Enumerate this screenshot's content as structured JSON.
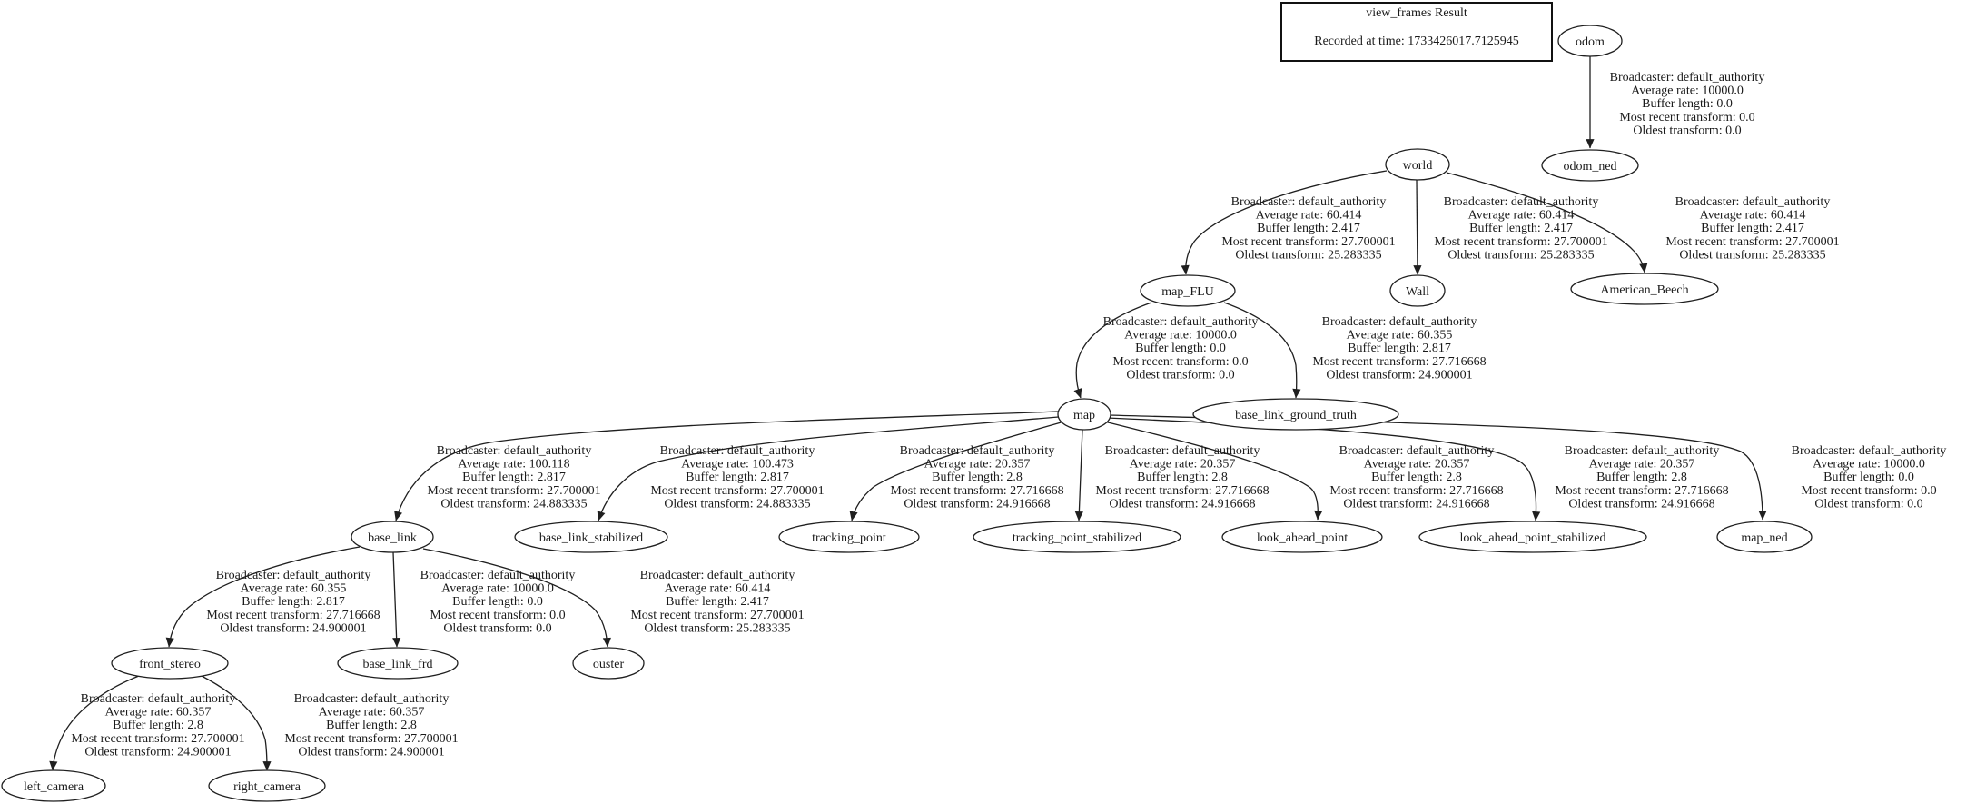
{
  "title_box": {
    "title": "view_frames Result",
    "recorded": "Recorded at time: 1733426017.7125945"
  },
  "nodes": {
    "odom": "odom",
    "odom_ned": "odom_ned",
    "world": "world",
    "map_flu": "map_FLU",
    "wall": "Wall",
    "american_beech": "American_Beech",
    "map": "map",
    "base_link_ground_truth": "base_link_ground_truth",
    "base_link": "base_link",
    "base_link_stabilized": "base_link_stabilized",
    "tracking_point": "tracking_point",
    "tracking_point_stabilized": "tracking_point_stabilized",
    "look_ahead_point": "look_ahead_point",
    "look_ahead_point_stabilized": "look_ahead_point_stabilized",
    "map_ned": "map_ned",
    "front_stereo": "front_stereo",
    "base_link_frd": "base_link_frd",
    "ouster": "ouster",
    "left_camera": "left_camera",
    "right_camera": "right_camera"
  },
  "edges": {
    "odom__odom_ned": [
      "Broadcaster: default_authority",
      "Average rate: 10000.0",
      "Buffer length: 0.0",
      "Most recent transform: 0.0",
      "Oldest transform: 0.0"
    ],
    "world__map_flu": [
      "Broadcaster: default_authority",
      "Average rate: 60.414",
      "Buffer length: 2.417",
      "Most recent transform: 27.700001",
      "Oldest transform: 25.283335"
    ],
    "world__wall": [
      "Broadcaster: default_authority",
      "Average rate: 60.414",
      "Buffer length: 2.417",
      "Most recent transform: 27.700001",
      "Oldest transform: 25.283335"
    ],
    "world__american_beech": [
      "Broadcaster: default_authority",
      "Average rate: 60.414",
      "Buffer length: 2.417",
      "Most recent transform: 27.700001",
      "Oldest transform: 25.283335"
    ],
    "map_flu__map": [
      "Broadcaster: default_authority",
      "Average rate: 10000.0",
      "Buffer length: 0.0",
      "Most recent transform: 0.0",
      "Oldest transform: 0.0"
    ],
    "map_flu__base_link_ground_truth": [
      "Broadcaster: default_authority",
      "Average rate: 60.355",
      "Buffer length: 2.817",
      "Most recent transform: 27.716668",
      "Oldest transform: 24.900001"
    ],
    "map__base_link": [
      "Broadcaster: default_authority",
      "Average rate: 100.118",
      "Buffer length: 2.817",
      "Most recent transform: 27.700001",
      "Oldest transform: 24.883335"
    ],
    "map__base_link_stabilized": [
      "Broadcaster: default_authority",
      "Average rate: 100.473",
      "Buffer length: 2.817",
      "Most recent transform: 27.700001",
      "Oldest transform: 24.883335"
    ],
    "map__tracking_point": [
      "Broadcaster: default_authority",
      "Average rate: 20.357",
      "Buffer length: 2.8",
      "Most recent transform: 27.716668",
      "Oldest transform: 24.916668"
    ],
    "map__tracking_point_stabilized": [
      "Broadcaster: default_authority",
      "Average rate: 20.357",
      "Buffer length: 2.8",
      "Most recent transform: 27.716668",
      "Oldest transform: 24.916668"
    ],
    "map__look_ahead_point": [
      "Broadcaster: default_authority",
      "Average rate: 20.357",
      "Buffer length: 2.8",
      "Most recent transform: 27.716668",
      "Oldest transform: 24.916668"
    ],
    "map__look_ahead_point_stabilized": [
      "Broadcaster: default_authority",
      "Average rate: 20.357",
      "Buffer length: 2.8",
      "Most recent transform: 27.716668",
      "Oldest transform: 24.916668"
    ],
    "map__map_ned": [
      "Broadcaster: default_authority",
      "Average rate: 10000.0",
      "Buffer length: 0.0",
      "Most recent transform: 0.0",
      "Oldest transform: 0.0"
    ],
    "base_link__front_stereo": [
      "Broadcaster: default_authority",
      "Average rate: 60.355",
      "Buffer length: 2.817",
      "Most recent transform: 27.716668",
      "Oldest transform: 24.900001"
    ],
    "base_link__base_link_frd": [
      "Broadcaster: default_authority",
      "Average rate: 10000.0",
      "Buffer length: 0.0",
      "Most recent transform: 0.0",
      "Oldest transform: 0.0"
    ],
    "base_link__ouster": [
      "Broadcaster: default_authority",
      "Average rate: 60.414",
      "Buffer length: 2.417",
      "Most recent transform: 27.700001",
      "Oldest transform: 25.283335"
    ],
    "front_stereo__left_camera": [
      "Broadcaster: default_authority",
      "Average rate: 60.357",
      "Buffer length: 2.8",
      "Most recent transform: 27.700001",
      "Oldest transform: 24.900001"
    ],
    "front_stereo__right_camera": [
      "Broadcaster: default_authority",
      "Average rate: 60.357",
      "Buffer length: 2.8",
      "Most recent transform: 27.700001",
      "Oldest transform: 24.900001"
    ]
  }
}
